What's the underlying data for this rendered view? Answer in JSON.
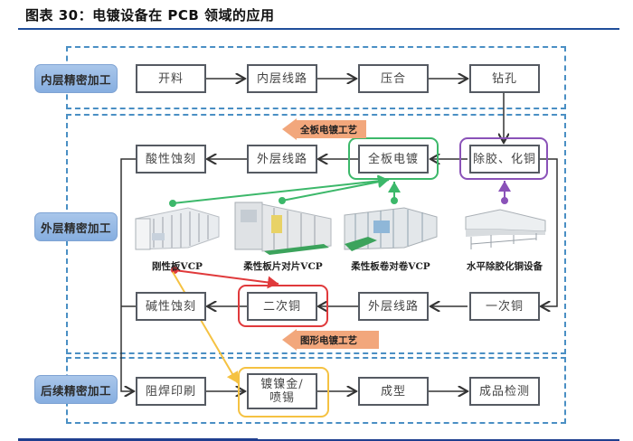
{
  "title": "图表 30：电镀设备在 PCB 领域的应用",
  "stages": {
    "inner": "内层精密加工",
    "outer": "外层精密加工",
    "post": "后续精密加工"
  },
  "steps": {
    "cutting": "开料",
    "inner_circuit": "内层线路",
    "lamination": "压合",
    "drilling": "钻孔",
    "desmear_pth": "除胶、化铜",
    "panel_plating": "全板电镀",
    "outer_circuit_1": "外层线路",
    "acid_etch": "酸性蚀刻",
    "primary_copper": "一次铜",
    "outer_circuit_2": "外层线路",
    "secondary_copper": "二次铜",
    "alkaline_etch": "碱性蚀刻",
    "solder_mask": "阻焊印刷",
    "surface_finish_line1": "镀镍金/",
    "surface_finish_line2": "喷锡",
    "forming": "成型",
    "final_inspection": "成品检测"
  },
  "process_banners": {
    "panel": "全板电镀工艺",
    "pattern": "图形电镀工艺"
  },
  "equipment": [
    {
      "name": "刚性板VCP",
      "links_to": [
        "panel_plating",
        "secondary_copper",
        "surface_finish"
      ]
    },
    {
      "name": "柔性板片对片VCP",
      "links_to": [
        "panel_plating"
      ]
    },
    {
      "name": "柔性板卷对卷VCP",
      "links_to": [
        "panel_plating"
      ]
    },
    {
      "name": "水平除胶化铜设备",
      "links_to": [
        "desmear_pth"
      ]
    }
  ],
  "highlight_colors": {
    "panel_plating": "#3cb86a",
    "desmear_pth": "#8a52b8",
    "secondary_copper": "#e0393b",
    "surface_finish": "#f5c242",
    "zone_border": "#4a8fc4",
    "banner": "#f2a77c"
  }
}
